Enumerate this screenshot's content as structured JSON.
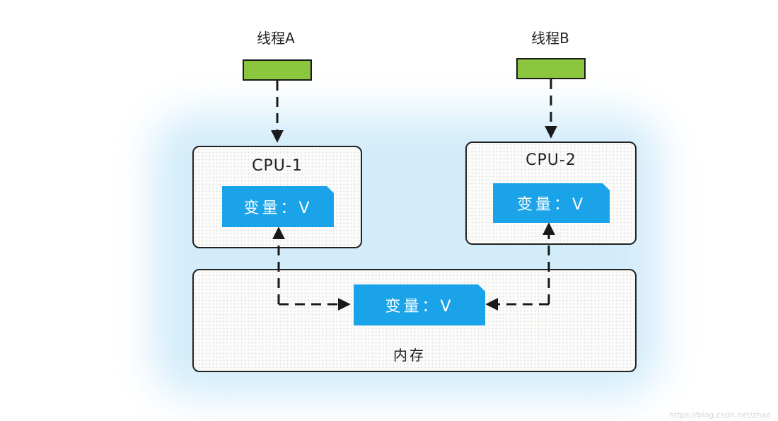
{
  "thread_a": {
    "label": "线程A"
  },
  "thread_b": {
    "label": "线程B"
  },
  "cpu_1": {
    "label": "CPU-1",
    "variable": "变量：V"
  },
  "cpu_2": {
    "label": "CPU-2",
    "variable": "变量：V"
  },
  "memory": {
    "label": "内存",
    "variable": "变量：V"
  },
  "watermark": "https://blog.csdn.net/zhao",
  "colors": {
    "variable_fill": "#1aa3e8",
    "thread_fill": "#8cc63f",
    "glow": "#82c8f0"
  }
}
